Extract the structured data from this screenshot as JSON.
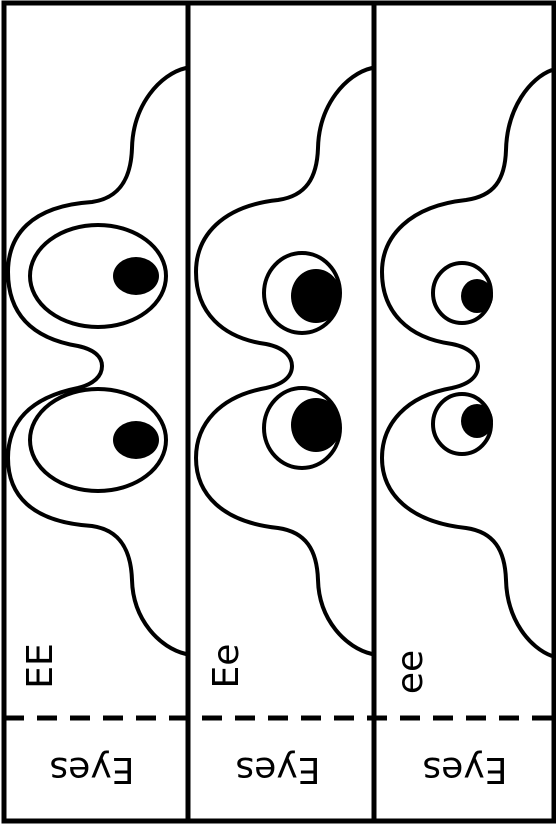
{
  "strips": [
    {
      "genotype": "EE",
      "trait": "Eyes",
      "eye_size": "large"
    },
    {
      "genotype": "Ee",
      "trait": "Eyes",
      "eye_size": "medium"
    },
    {
      "genotype": "ee",
      "trait": "Eyes",
      "eye_size": "small"
    }
  ],
  "colors": {
    "line": "#000000",
    "background": "#ffffff"
  }
}
